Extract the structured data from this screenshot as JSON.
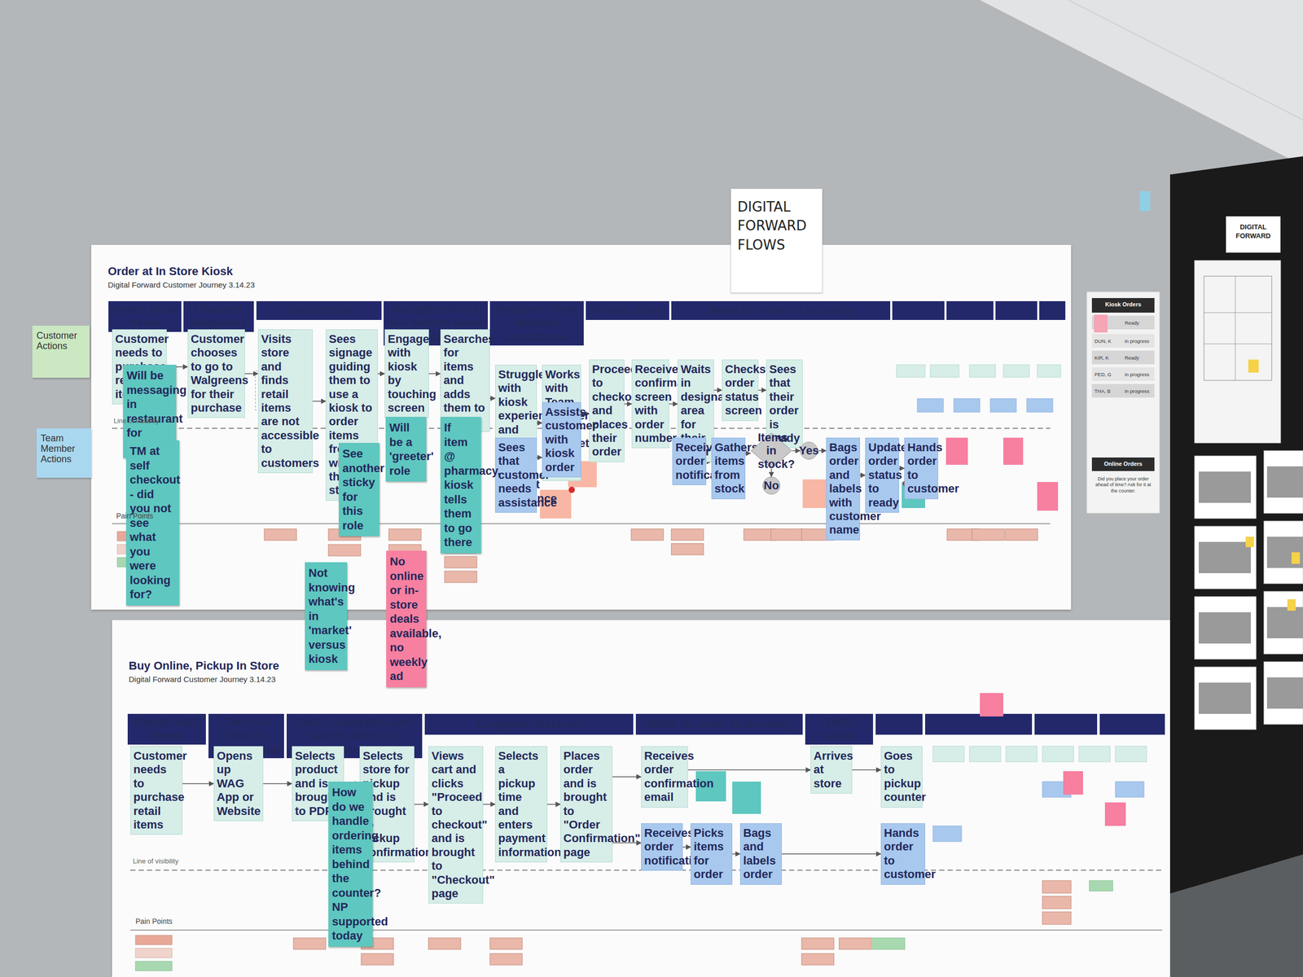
{
  "diagram": {
    "nodes": [
      {
        "text": [
          "Order at In Store Kiosk",
          "Digital Forward Customer Journey 3.14.23"
        ]
      },
      {
        "text": [
          "Needs retail items"
        ],
        "in": 0
      },
      {
        "text": [
          "Chooses Walgreens"
        ],
        "in": 0
      },
      {
        "text": [
          "Visits Store"
        ],
        "in": 0
      },
      {
        "text": [
          "Navigates Kiosk and selects items to buy"
        ],
        "in": 0
      },
      {
        "text": [
          "Requires Team Member assistance"
        ],
        "in": 0
      },
      {
        "text": [
          "Places order"
        ],
        "in": 0
      },
      {
        "text": [
          "Waits for order to be ready"
        ],
        "in": 0
      },
      {
        "text": [
          "Customer needs to purchase retail items"
        ],
        "in": 0
      },
      {
        "text": [
          "Customer chooses to go to Walgreens for their purchase"
        ],
        "in": 0
      },
      {
        "text": [
          "Visits store and finds retail items are not accessible to customers"
        ],
        "in": 0
      },
      {
        "text": [
          "Sees signage guiding them to use a kiosk to order items from within the store"
        ],
        "in": 0
      },
      {
        "text": [
          "Engages with kiosk by touching screen"
        ],
        "in": 0
      },
      {
        "text": [
          "Searches for items and adds them to cart"
        ],
        "in": 0
      },
      {
        "text": [
          "Struggles with kiosk experience and may prefer to request assistance"
        ],
        "in": 0
      },
      {
        "text": [
          "Works with Team Member to complete their order"
        ],
        "in": 0
      },
      {
        "text": [
          "Proceeds to checkout and places their order"
        ],
        "in": 0
      },
      {
        "text": [
          "Receives confirmation screen with order number"
        ],
        "in": 0
      },
      {
        "text": [
          "Waits in designated area for their order"
        ],
        "in": 0
      },
      {
        "text": [
          "Checks order status screen"
        ],
        "in": 0
      },
      {
        "text": [
          "Sees that their order is ready"
        ],
        "in": 0
      },
      {
        "text": [
          "Sees that customer needs assistance"
        ],
        "in": 0
      },
      {
        "text": [
          "Assists customer with kiosk order"
        ],
        "in": 0
      },
      {
        "text": [
          "Receives order notification"
        ],
        "in": 0
      },
      {
        "text": [
          "Gathers items from stock"
        ],
        "in": 0
      },
      {
        "text": [
          "Items in stock?"
        ],
        "in": 0
      },
      {
        "text": [
          "Yes"
        ],
        "in": 0
      },
      {
        "text": [
          "No"
        ],
        "in": 0
      },
      {
        "text": [
          "Bags order and labels with customer name"
        ],
        "in": 0
      },
      {
        "text": [
          "Updates order status to ready"
        ],
        "in": 0
      },
      {
        "text": [
          "Hands order to customer"
        ],
        "in": 0
      },
      {
        "text": [
          "Will be messaging in restaurant for kiosk"
        ],
        "in": 0
      },
      {
        "text": [
          "TM at self checkout - did you not see what you were looking for?"
        ],
        "in": 0
      },
      {
        "text": [
          "Will be a 'greeter' role"
        ],
        "in": 0
      },
      {
        "text": [
          "See another sticky for this role"
        ],
        "in": 0
      },
      {
        "text": [
          "If item @ pharmacy, kiosk tells them to go there"
        ],
        "in": 0
      },
      {
        "text": [
          "Not knowing what's in 'market' versus kiosk"
        ],
        "in": 0
      },
      {
        "text": [
          "No online or in-store deals available, no weekly ad"
        ],
        "in": 0
      },
      {
        "text": [
          "Buy Online, Pickup In Store",
          "Digital Forward Customer Journey 3.14.23"
        ]
      },
      {
        "text": [
          "Needs retail items"
        ],
        "in": 38
      },
      {
        "text": [
          "Chooses WAG in store pickup"
        ],
        "in": 38
      },
      {
        "text": [
          "Visits, navigates, and selects items for pickup"
        ],
        "in": 38
      },
      {
        "text": [
          "Complete checkout"
        ],
        "in": 38
      },
      {
        "text": [
          "Waits for order to be ready"
        ],
        "in": 38
      },
      {
        "text": [
          "Visits store"
        ],
        "in": 38
      },
      {
        "text": [
          "Customer needs to purchase retail items"
        ],
        "in": 38
      },
      {
        "text": [
          "Opens up WAG App or Website"
        ],
        "in": 38
      },
      {
        "text": [
          "Selects product and is brought to PDP"
        ],
        "in": 38
      },
      {
        "text": [
          "Selects store for pickup and is brought to pickup confirmation"
        ],
        "in": 38
      },
      {
        "text": [
          "Views cart and clicks \"Proceed to checkout\" and is brought to \"Checkout\" page"
        ],
        "in": 38
      },
      {
        "text": [
          "Selects a pickup time and enters payment information"
        ],
        "in": 38
      },
      {
        "text": [
          "Places order and is brought to \"Order Confirmation\" page"
        ],
        "in": 38
      },
      {
        "text": [
          "Receives order confirmation email"
        ],
        "in": 38
      },
      {
        "text": [
          "Arrives at store"
        ],
        "in": 38
      },
      {
        "text": [
          "Goes to pickup counter"
        ],
        "in": 38
      },
      {
        "text": [
          "Receives order notification"
        ],
        "in": 38
      },
      {
        "text": [
          "Picks items for order"
        ],
        "in": 38
      },
      {
        "text": [
          "Bags and labels order"
        ],
        "in": 38
      },
      {
        "text": [
          "Hands order to customer"
        ],
        "in": 38
      },
      {
        "text": [
          "How do we handle ordering items behind the counter? NP supported today"
        ],
        "in": 38
      },
      {
        "text": [
          "Customer Actions"
        ]
      },
      {
        "text": [
          "Team Member Actions"
        ]
      },
      {
        "text": [
          "DIGITAL FORWARD FLOWS"
        ]
      },
      {
        "text": [
          "Kiosk Orders"
        ]
      },
      {
        "text": [
          "Online Orders"
        ]
      },
      {
        "text": [
          "DIGITAL FORWARD"
        ]
      }
    ],
    "edges": [
      {
        "from": 8,
        "to": 9,
        "arrow": "to"
      },
      {
        "from": 9,
        "to": 10,
        "arrow": "to"
      },
      {
        "from": 10,
        "to": 11,
        "arrow": "to"
      },
      {
        "from": 11,
        "to": 12,
        "arrow": "to"
      },
      {
        "from": 12,
        "to": 13,
        "arrow": "to"
      },
      {
        "from": 13,
        "to": 14,
        "arrow": "to"
      },
      {
        "from": 14,
        "to": 15,
        "arrow": "to"
      },
      {
        "from": 15,
        "to": 16,
        "arrow": "to"
      },
      {
        "from": 16,
        "to": 17,
        "arrow": "to"
      },
      {
        "from": 17,
        "to": 18,
        "arrow": "to"
      },
      {
        "from": 18,
        "to": 19,
        "arrow": "to"
      },
      {
        "from": 19,
        "to": 20,
        "arrow": "to"
      },
      {
        "from": 21,
        "to": 22,
        "arrow": "to"
      },
      {
        "from": 22,
        "to": 15,
        "arrow": "to"
      },
      {
        "from": 23,
        "to": 24,
        "arrow": "to"
      },
      {
        "from": 24,
        "to": 25,
        "arrow": "to"
      },
      {
        "from": 25,
        "to": 26,
        "arrow": "to"
      },
      {
        "from": 25,
        "to": 27,
        "arrow": "to"
      },
      {
        "from": 26,
        "to": 28,
        "arrow": "to"
      },
      {
        "from": 28,
        "to": 29,
        "arrow": "to"
      },
      {
        "from": 29,
        "to": 30,
        "arrow": "to"
      },
      {
        "from": 45,
        "to": 46,
        "arrow": "to"
      },
      {
        "from": 46,
        "to": 47,
        "arrow": "to"
      },
      {
        "from": 47,
        "to": 48,
        "arrow": "to"
      },
      {
        "from": 48,
        "to": 49,
        "arrow": "to"
      },
      {
        "from": 49,
        "to": 50,
        "arrow": "to"
      },
      {
        "from": 50,
        "to": 51,
        "arrow": "to"
      },
      {
        "from": 51,
        "to": 52,
        "arrow": "to"
      },
      {
        "from": 52,
        "to": 53,
        "arrow": "to"
      },
      {
        "from": 53,
        "to": 54,
        "arrow": "to"
      },
      {
        "from": 51,
        "to": 55,
        "arrow": "to"
      },
      {
        "from": 55,
        "to": 56,
        "arrow": "to"
      },
      {
        "from": 56,
        "to": 57,
        "arrow": "to"
      },
      {
        "from": 57,
        "to": 58,
        "arrow": "to"
      }
    ],
    "labels": [
      "Line of visibility",
      "Pain Points",
      "Line of visibility",
      "Pain Points",
      "Ready",
      "DUN, K",
      "in progress",
      "KIR, K",
      "Ready",
      "PED, G",
      "in progress",
      "THA, B",
      "in progress",
      "Did you place your order ahead of time? Ask for it at the counter."
    ]
  }
}
